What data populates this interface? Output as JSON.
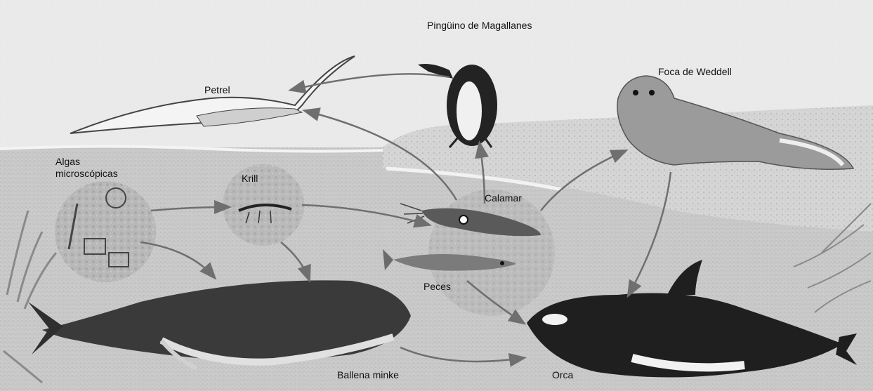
{
  "diagram": {
    "type": "food-web",
    "organisms": {
      "algae": {
        "label": "Algas\nmicroscópicas"
      },
      "krill": {
        "label": "Krill"
      },
      "squid": {
        "label": "Calamar"
      },
      "fish": {
        "label": "Peces"
      },
      "penguin": {
        "label": "Pingüino de Magallanes"
      },
      "petrel": {
        "label": "Petrel"
      },
      "seal": {
        "label": "Foca de Weddell"
      },
      "minke": {
        "label": "Ballena minke"
      },
      "orca": {
        "label": "Orca"
      }
    },
    "arrows": [
      {
        "from": "algae",
        "to": "krill"
      },
      {
        "from": "algae",
        "to": "minke"
      },
      {
        "from": "krill",
        "to": "minke"
      },
      {
        "from": "krill",
        "to": "squid"
      },
      {
        "from": "squid",
        "to": "penguin"
      },
      {
        "from": "squid",
        "to": "petrel"
      },
      {
        "from": "squid",
        "to": "seal"
      },
      {
        "from": "penguin",
        "to": "petrel"
      },
      {
        "from": "fish",
        "to": "orca"
      },
      {
        "from": "seal",
        "to": "orca"
      },
      {
        "from": "minke",
        "to": "orca"
      }
    ]
  }
}
